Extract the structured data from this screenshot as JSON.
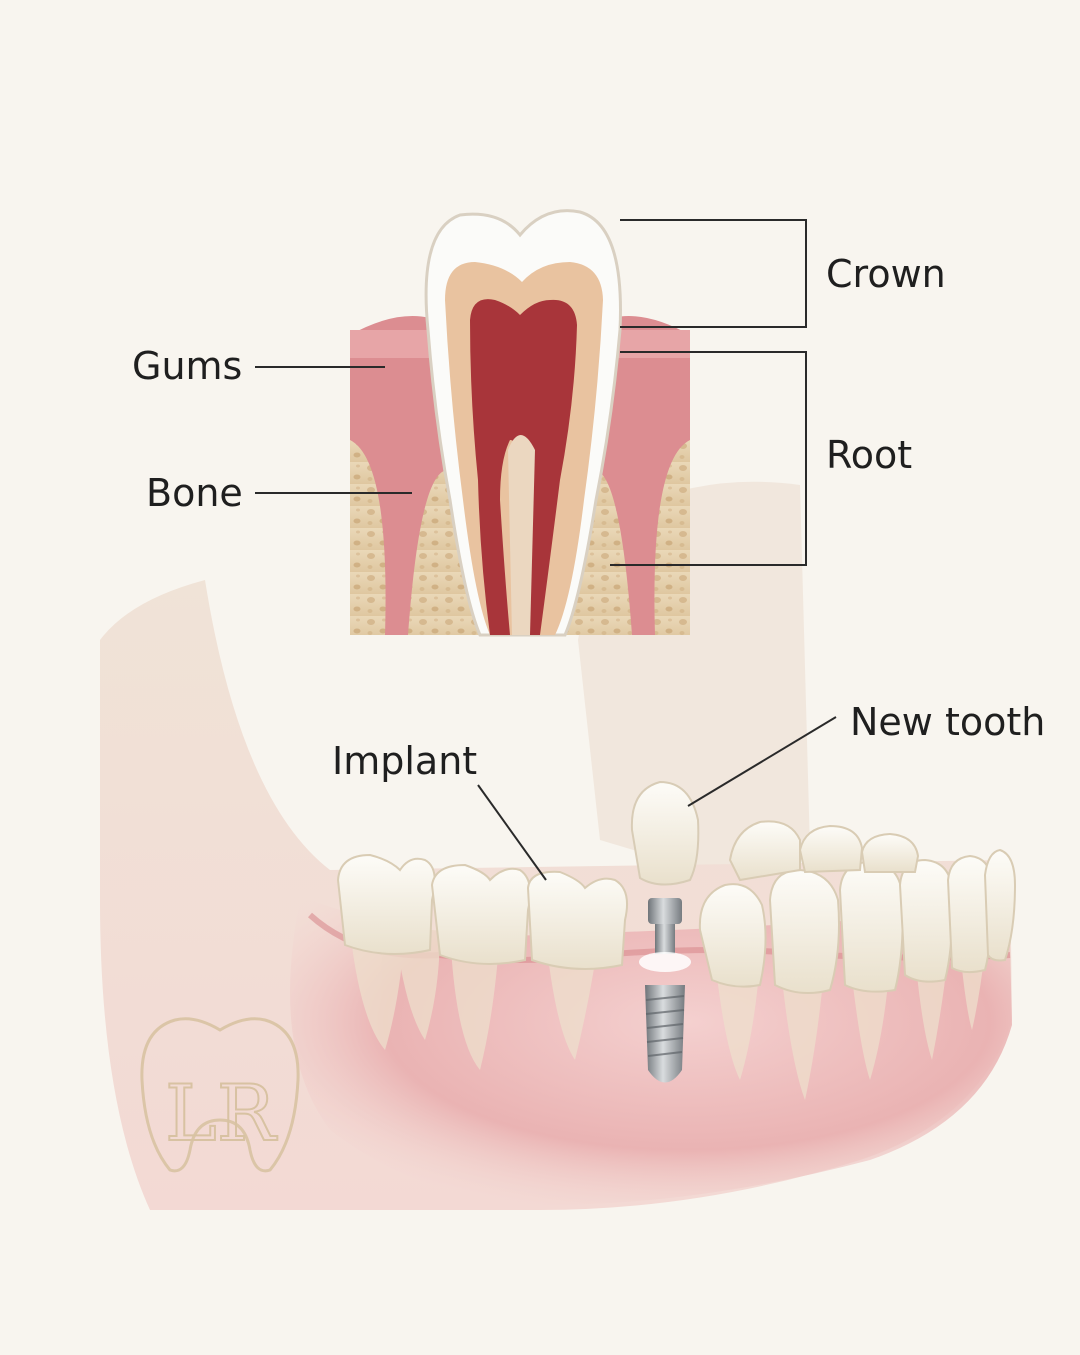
{
  "labels": {
    "gums": "Gums",
    "bone": "Bone",
    "crown": "Crown",
    "root": "Root",
    "implant": "Implant",
    "new_tooth": "New tooth"
  },
  "logo": {
    "monogram": "LR"
  },
  "colors": {
    "background": "#f8f5ef",
    "gum": "#e3a3a6",
    "gum_dark": "#c2585d",
    "bone": "#e6d2b0",
    "enamel": "#fbfbf9",
    "dentin": "#e8c29f",
    "pulp": "#a8353a",
    "implant_metal": "#9a9fa4",
    "logo_gold": "#d8c2a2"
  }
}
